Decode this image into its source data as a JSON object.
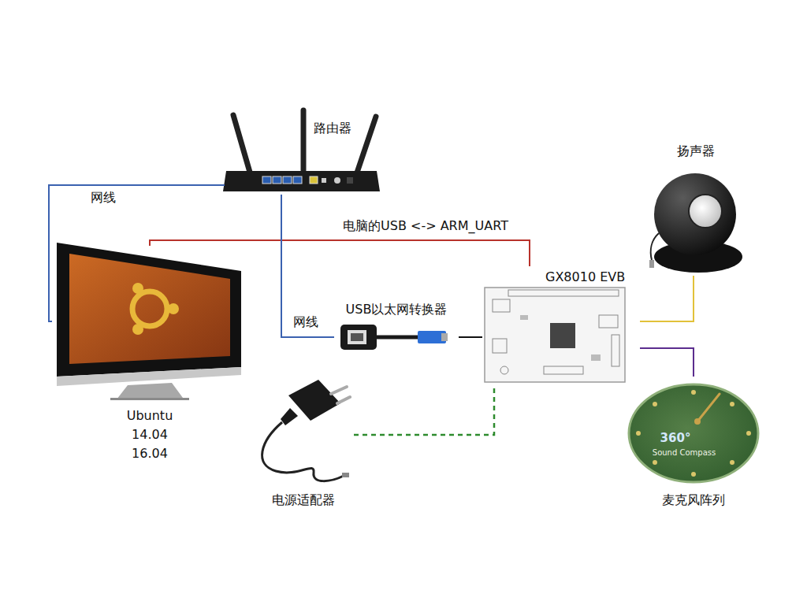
{
  "diagram": {
    "nodes": [
      {
        "text": [
          "路由器"
        ]
      },
      {
        "text": [
          "扬声器"
        ]
      },
      {
        "text": [
          "Ubuntu",
          "14.04",
          "16.04"
        ]
      },
      {
        "text": [
          "GX8010 EVB"
        ]
      },
      {
        "text": [
          "USB以太网转换器"
        ]
      },
      {
        "text": [
          "电源适配器"
        ]
      },
      {
        "text": [
          "麦克风阵列"
        ]
      }
    ],
    "edges": [
      {
        "from": 0,
        "to": 2,
        "arrow": "none",
        "label": "网线"
      },
      {
        "from": 2,
        "to": 3,
        "arrow": "none",
        "label": "电脑的USB <-> ARM_UART"
      },
      {
        "from": 0,
        "to": 4,
        "arrow": "none",
        "label": "网线"
      },
      {
        "from": 4,
        "to": 3,
        "arrow": "none"
      },
      {
        "from": 5,
        "to": 3,
        "arrow": "none"
      },
      {
        "from": 1,
        "to": 3,
        "arrow": "none"
      },
      {
        "from": 6,
        "to": 3,
        "arrow": "none"
      }
    ],
    "labels": [
      "360°",
      "Sound Compass"
    ]
  }
}
